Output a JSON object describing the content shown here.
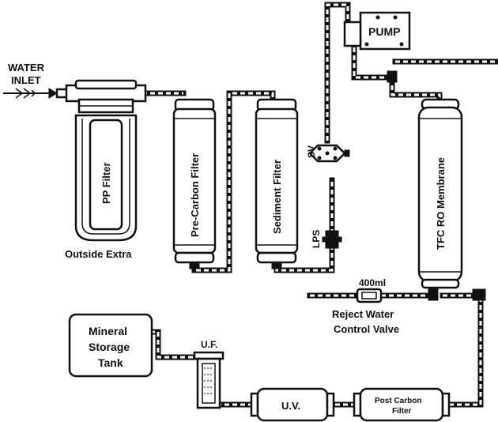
{
  "labels": {
    "water_inlet_line1": "WATER",
    "water_inlet_line2": "INLET",
    "pp_filter": "PP Filter",
    "outside_extra": "Outside Extra",
    "pre_carbon_filter": "Pre-Carbon Filter",
    "sediment_filter": "Sediment Filter",
    "sv": "SV",
    "lps": "LPS",
    "pump": "PUMP",
    "ro_membrane": "TFC RO Membrane",
    "flow_rate": "400ml",
    "reject_valve_line1": "Reject Water",
    "reject_valve_line2": "Control Valve",
    "tank_line1": "Mineral",
    "tank_line2": "Storage",
    "tank_line3": "Tank",
    "uf": "U.F.",
    "uv": "U.V.",
    "post_carbon_line1": "Post Carbon",
    "post_carbon_line2": "Filter"
  }
}
